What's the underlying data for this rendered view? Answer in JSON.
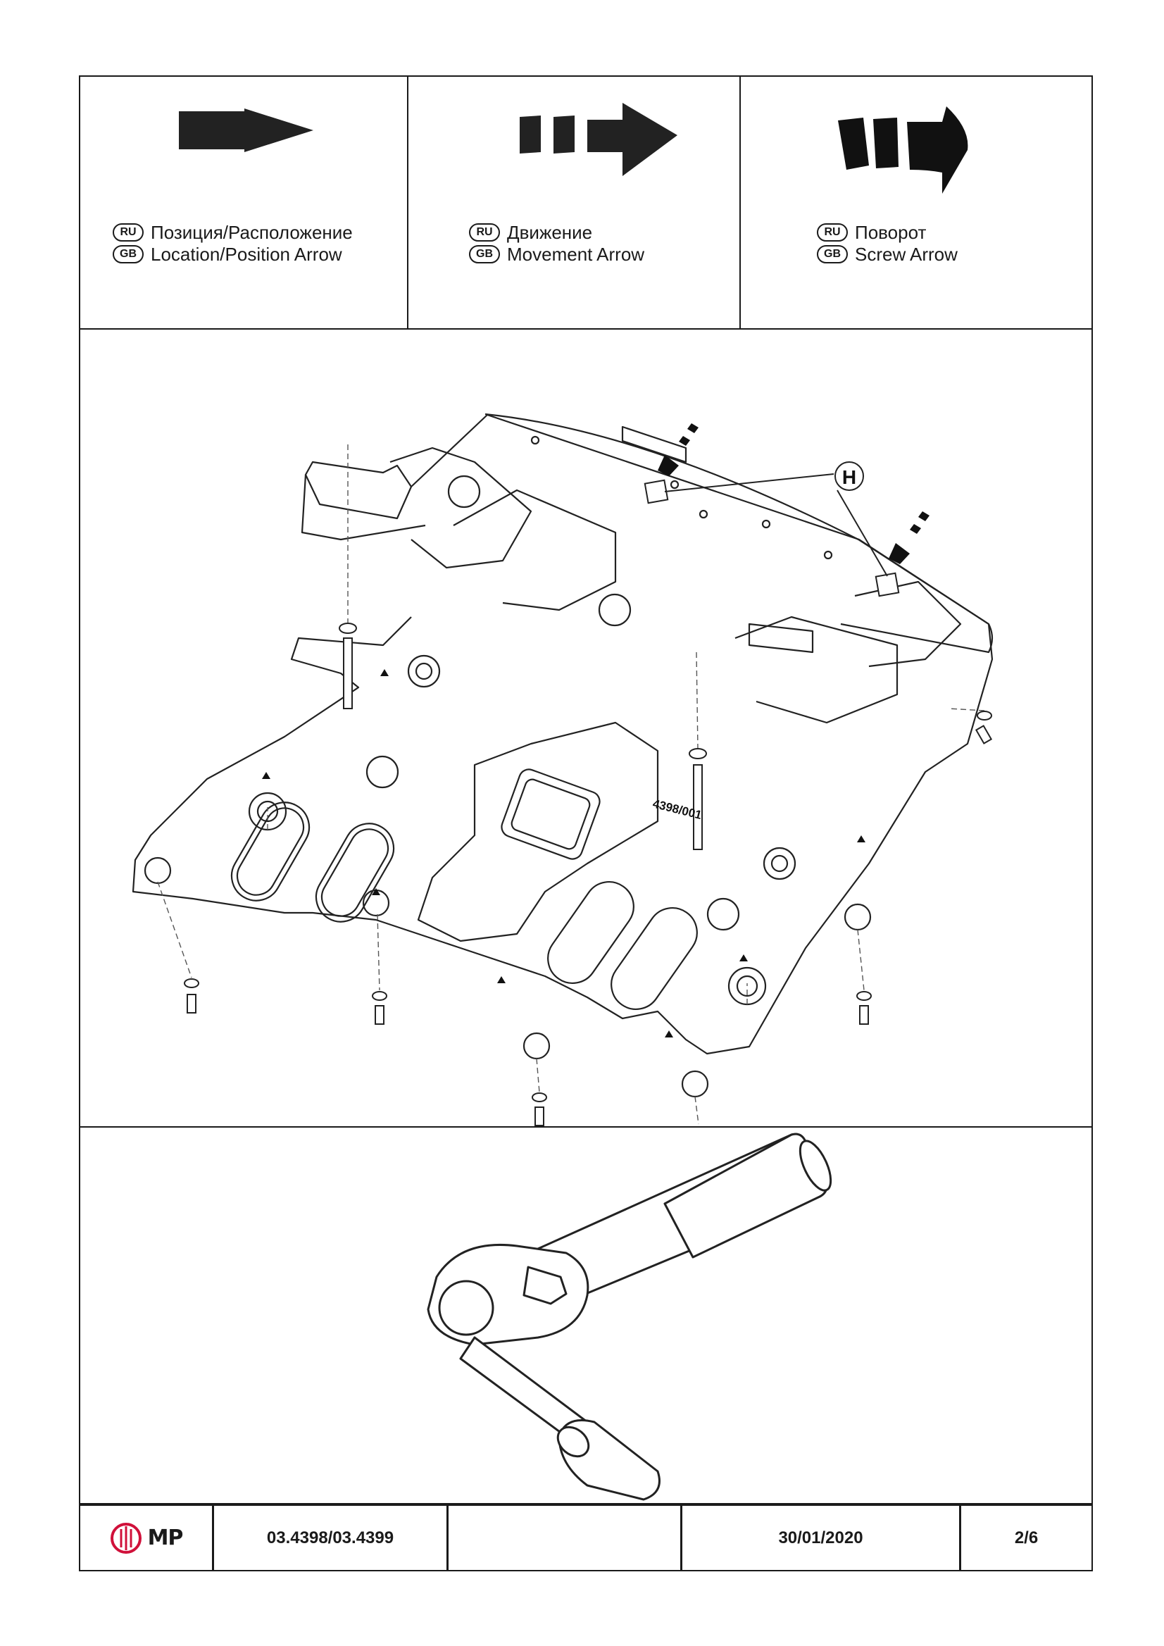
{
  "legend": [
    {
      "icon": "location-arrow-icon",
      "ru_badge": "RU",
      "gb_badge": "GB",
      "ru_label": "Позиция/Расположение",
      "gb_label": "Location/Position Arrow"
    },
    {
      "icon": "movement-arrow-icon",
      "ru_badge": "RU",
      "gb_badge": "GB",
      "ru_label": "Движение",
      "gb_label": "Movement Arrow"
    },
    {
      "icon": "screw-arrow-icon",
      "ru_badge": "RU",
      "gb_badge": "GB",
      "ru_label": "Поворот",
      "gb_label": "Screw Arrow"
    }
  ],
  "diagram": {
    "callout_label": "H",
    "part_marking": "4398/001"
  },
  "footer": {
    "logo_text": "MP",
    "logo_color": "#d0103a",
    "part_number": "03.4398/03.4399",
    "blank": "",
    "date": "30/01/2020",
    "page": "2/6"
  }
}
